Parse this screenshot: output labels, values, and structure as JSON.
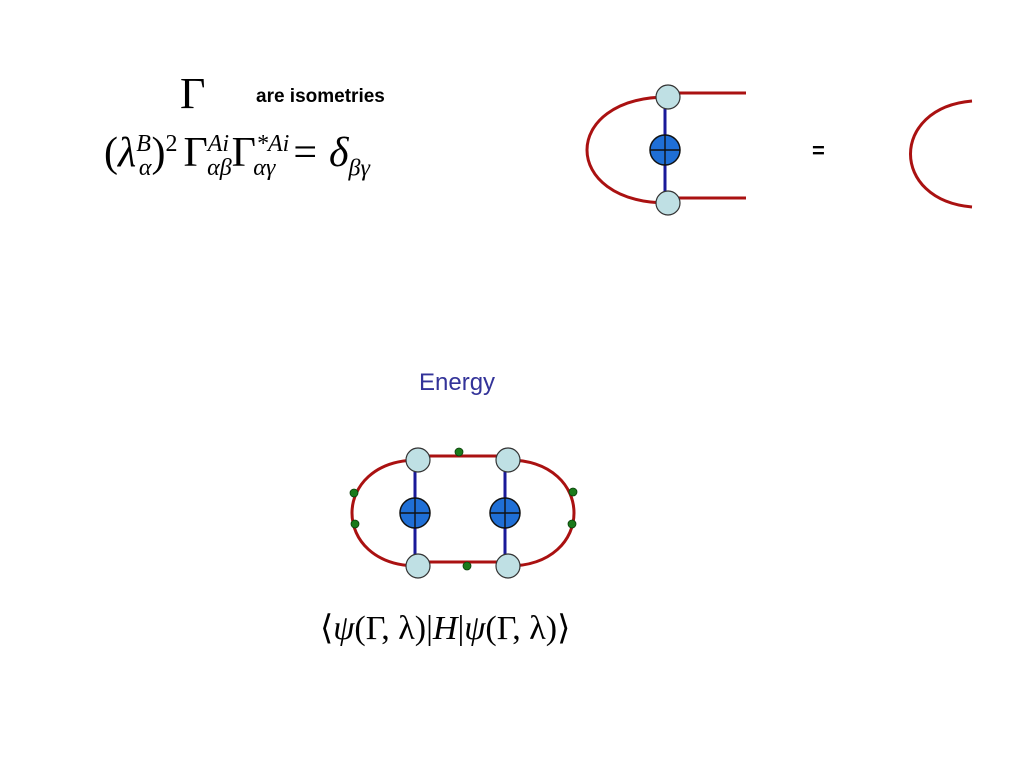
{
  "isometry": {
    "gamma_symbol": "Γ",
    "caption": "are isometries",
    "equation": {
      "lambda": "λ",
      "lambda_sub": "α",
      "lambda_sup": "B",
      "open_paren": "(",
      "close_paren": ")",
      "power": "2",
      "gamma1": "Γ",
      "gamma1_sub": "αβ",
      "gamma1_sup": "Ai",
      "gamma2": "Γ",
      "gamma2_sub": "αγ",
      "gamma2_sup": "*Ai",
      "equals": "=",
      "delta": "δ",
      "delta_sub": "βγ"
    },
    "equals_sign": "="
  },
  "energy": {
    "title": "Energy",
    "expression": {
      "langle": "⟨",
      "psi1": "ψ",
      "args1": "(Γ, λ)",
      "bar1": "|",
      "H": "H",
      "bar2": "|",
      "psi2": "ψ",
      "args2": "(Γ, λ)",
      "rangle": "⟩"
    }
  },
  "colors": {
    "bond": "#aa1111",
    "vertical_bond": "#1a1a99",
    "site_node": "#bfe0e4",
    "lambda_node": "#1f6fd6",
    "operator_dot": "#1a7a1a",
    "energy_title": "#333399"
  }
}
